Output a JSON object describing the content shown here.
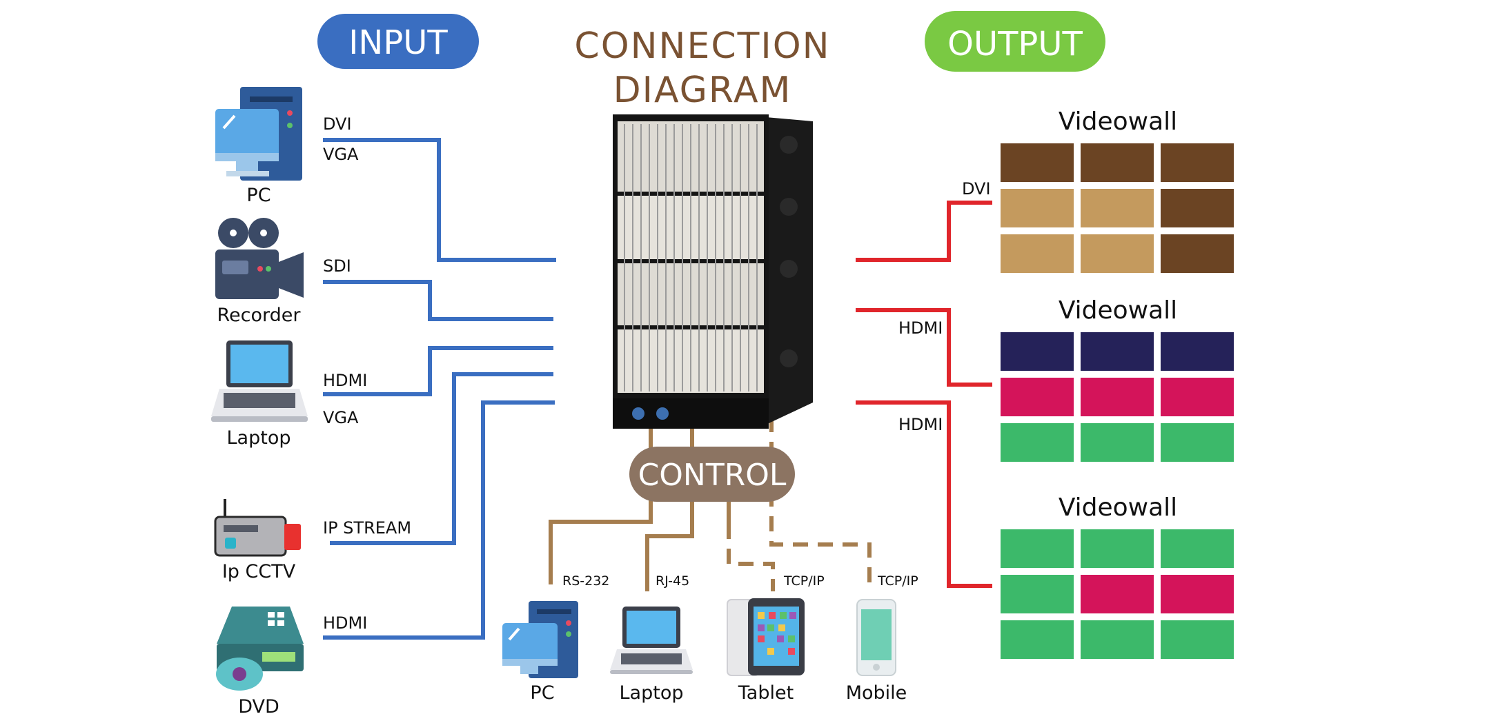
{
  "header": {
    "input_label": "INPUT",
    "title_line1": "CONNECTION",
    "title_line2": "DIAGRAM",
    "output_label": "OUTPUT"
  },
  "colors": {
    "input_pill": "#3a6ec1",
    "output_pill": "#7ac943",
    "title": "#7a5232",
    "input_line": "#3a6ec1",
    "output_line": "#e0252b",
    "control_line": "#a57d4e",
    "control_pill": "#8c7462"
  },
  "input_devices": [
    {
      "name": "PC",
      "icon": "desktop-pc-icon",
      "signals": [
        "DVI",
        "VGA"
      ]
    },
    {
      "name": "Recorder",
      "icon": "video-camera-icon",
      "signals": [
        "SDI"
      ]
    },
    {
      "name": "Laptop",
      "icon": "laptop-icon",
      "signals": [
        "HDMI",
        "VGA"
      ]
    },
    {
      "name": "Ip CCTV",
      "icon": "ip-camera-icon",
      "signals": [
        "IP STREAM"
      ]
    },
    {
      "name": "DVD",
      "icon": "dvd-player-icon",
      "signals": [
        "HDMI"
      ]
    }
  ],
  "control": {
    "label": "CONTROL",
    "devices": [
      {
        "name": "PC",
        "icon": "desktop-pc-icon",
        "protocol": "RS-232"
      },
      {
        "name": "Laptop",
        "icon": "laptop-icon",
        "protocol": "RJ-45"
      },
      {
        "name": "Tablet",
        "icon": "tablet-icon",
        "protocol": "TCP/IP"
      },
      {
        "name": "Mobile",
        "icon": "mobile-phone-icon",
        "protocol": "TCP/IP"
      }
    ]
  },
  "outputs": [
    {
      "title": "Videowall",
      "signal": "DVI",
      "tiles": [
        "#6b4423",
        "#6b4423",
        "#6b4423",
        "#c49a5e",
        "#c49a5e",
        "#6b4423",
        "#c49a5e",
        "#c49a5e",
        "#6b4423"
      ]
    },
    {
      "title": "Videowall",
      "signal": "HDMI",
      "tiles": [
        "#252259",
        "#252259",
        "#252259",
        "#d4145a",
        "#d4145a",
        "#d4145a",
        "#3cb96a",
        "#3cb96a",
        "#3cb96a"
      ]
    },
    {
      "title": "Videowall",
      "signal": "HDMI",
      "tiles": [
        "#3cb96a",
        "#3cb96a",
        "#3cb96a",
        "#3cb96a",
        "#d4145a",
        "#d4145a",
        "#3cb96a",
        "#3cb96a",
        "#3cb96a"
      ]
    }
  ]
}
